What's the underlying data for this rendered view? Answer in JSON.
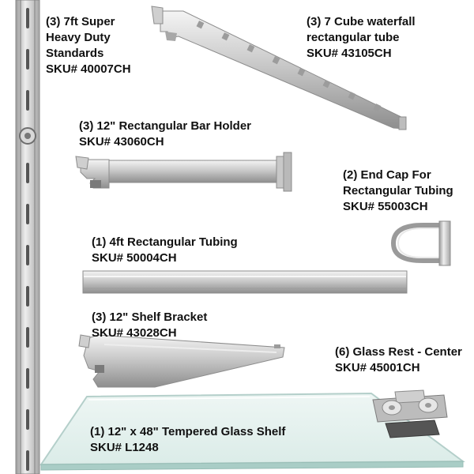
{
  "products": [
    {
      "id": "standards",
      "lines": [
        "(3) 7ft Super",
        "Heavy Duty",
        "Standards",
        "SKU# 40007CH"
      ]
    },
    {
      "id": "waterfall",
      "lines": [
        "(3)  7 Cube waterfall",
        "rectangular tube",
        "SKU# 43105CH"
      ]
    },
    {
      "id": "bar-holder",
      "lines": [
        "(3) 12\" Rectangular Bar Holder",
        "SKU# 43060CH"
      ]
    },
    {
      "id": "end-cap",
      "lines": [
        "(2) End Cap For",
        "Rectangular Tubing",
        "SKU# 55003CH"
      ]
    },
    {
      "id": "tubing",
      "lines": [
        "(1) 4ft Rectangular Tubing",
        "SKU# 50004CH"
      ]
    },
    {
      "id": "shelf-bracket",
      "lines": [
        "(3) 12\" Shelf Bracket",
        "SKU# 43028CH"
      ]
    },
    {
      "id": "glass-rest",
      "lines": [
        "(6) Glass Rest - Center",
        "SKU# 45001CH"
      ]
    },
    {
      "id": "glass-shelf",
      "lines": [
        "(1) 12\" x 48\" Tempered Glass Shelf",
        "SKU# L1248"
      ]
    }
  ]
}
